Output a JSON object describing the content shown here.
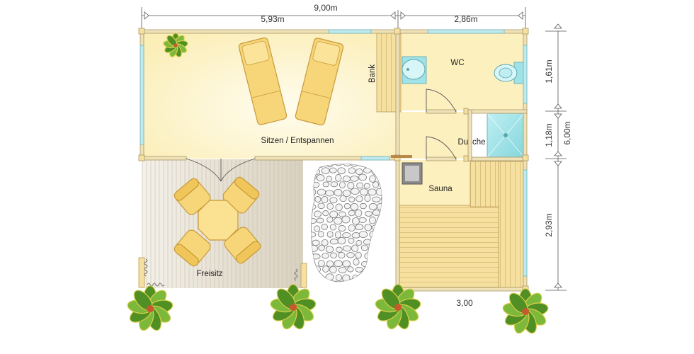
{
  "dimensions": {
    "total_width": "9,00m",
    "left_width": "5,93m",
    "right_width": "2,86m",
    "wc_height": "1,61m",
    "shower_height": "1,18m",
    "total_depth": "6,00m",
    "sauna_height": "2,93m",
    "sauna_width": "3,00"
  },
  "rooms": {
    "wc": "WC",
    "bank": "Bank",
    "lounge": "Sitzen / Entspannen",
    "shower": "Dusche",
    "sauna": "Sauna",
    "terrace": "Freisitz"
  },
  "colors": {
    "floor": "#fdf3c4",
    "wall": "#e8d7a4",
    "wood": "#f4dc93",
    "tile": "#9fe3e8",
    "terrace": "#e4dfd3",
    "plant": "#5f9e2a"
  },
  "icons": [
    "palm-plant-icon",
    "sun-lounger-icon",
    "toilet-icon",
    "washbasin-icon",
    "shower-tray-icon",
    "sauna-stove-icon",
    "table-icon",
    "chair-icon",
    "gravel-path-icon"
  ]
}
